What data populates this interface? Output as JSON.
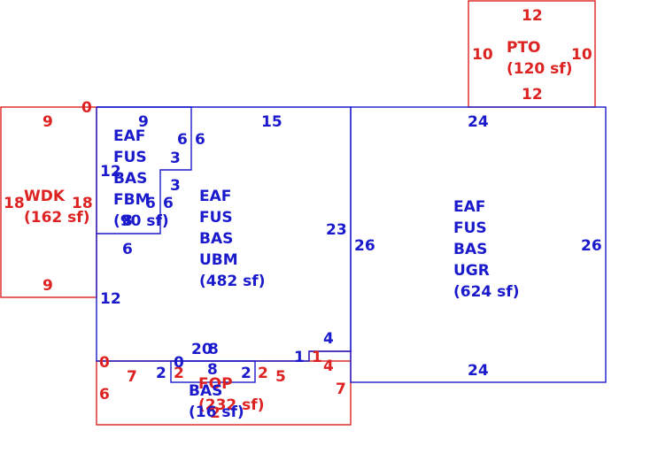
{
  "colors": {
    "blue": "#1a1acc",
    "red": "#dd2222"
  },
  "areas": {
    "pto": {
      "lines": [
        "PTO",
        "(120 sf)"
      ]
    },
    "wdk": {
      "lines": [
        "WDK",
        "(162 sf)"
      ]
    },
    "fbm": {
      "lines": [
        "EAF",
        "FUS",
        "BAS",
        "FBM",
        "(90 sf)"
      ]
    },
    "ubm": {
      "lines": [
        "EAF",
        "FUS",
        "BAS",
        "UBM",
        "(482 sf)"
      ]
    },
    "ugr": {
      "lines": [
        "EAF",
        "FUS",
        "BAS",
        "UGR",
        "(624 sf)"
      ]
    },
    "fop": {
      "lines": [
        "FOP",
        "(232 sf)"
      ]
    },
    "bas": {
      "lines": [
        "BAS",
        "(16 sf)"
      ]
    }
  },
  "dimensions": {
    "pto": [
      "12",
      "10",
      "10",
      "12"
    ],
    "wdk": [
      "0",
      "9",
      "18",
      "18",
      "9"
    ],
    "fbm": [
      "9",
      "6",
      "6",
      "3",
      "3",
      "12",
      "6",
      "6",
      "8",
      "6"
    ],
    "ubm": [
      "15",
      "23",
      "12",
      "20",
      "8",
      "4",
      "1"
    ],
    "ugr": [
      "24",
      "26",
      "26",
      "24"
    ],
    "fop": [
      "0",
      "7",
      "2",
      "2",
      "5",
      "1",
      "4",
      "7",
      "6"
    ],
    "bas": [
      "2",
      "0",
      "8",
      "2",
      "2"
    ]
  }
}
